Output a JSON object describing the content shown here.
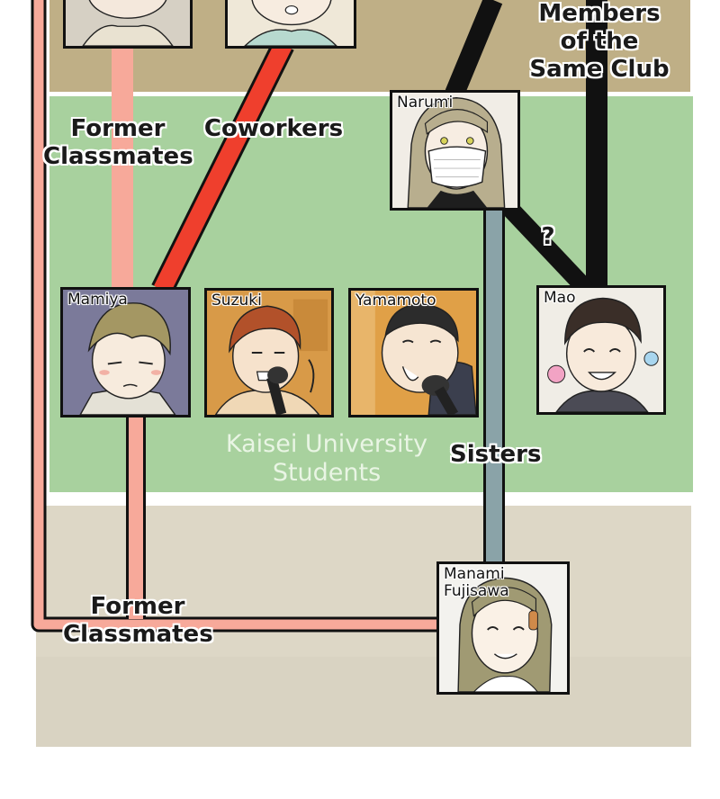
{
  "groups": {
    "club": "Members\nof the\nSame Club",
    "university": "Kaisei University\nStudents"
  },
  "relations": {
    "former_classmates_top": "Former\nClassmates",
    "coworkers": "Coworkers",
    "question": "?",
    "sisters": "Sisters",
    "former_classmates_bottom": "Former\nClassmates"
  },
  "characters": {
    "narumi": "Narumi",
    "mamiya": "Mamiya",
    "suzuki": "Suzuki",
    "yamamoto": "Yamamoto",
    "mao": "Mao",
    "manami": "Manami\nFujisawa"
  },
  "colors": {
    "former_classmates": "#f7a99a",
    "coworkers": "#ef3f2d",
    "club": "#111111",
    "sisters": "#8aa3a8"
  }
}
